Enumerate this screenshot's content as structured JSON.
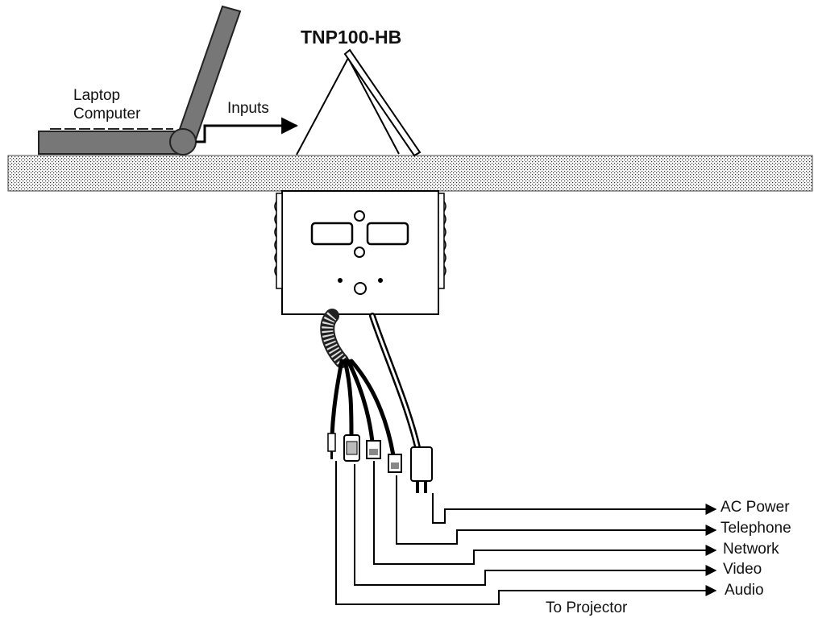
{
  "title": "TNP100-HB",
  "laptop": {
    "line1": "Laptop",
    "line2": "Computer"
  },
  "inputs_label": "Inputs",
  "outputs": [
    "AC Power",
    "Telephone",
    "Network",
    "Video",
    "Audio"
  ],
  "projector_label": "To Projector"
}
